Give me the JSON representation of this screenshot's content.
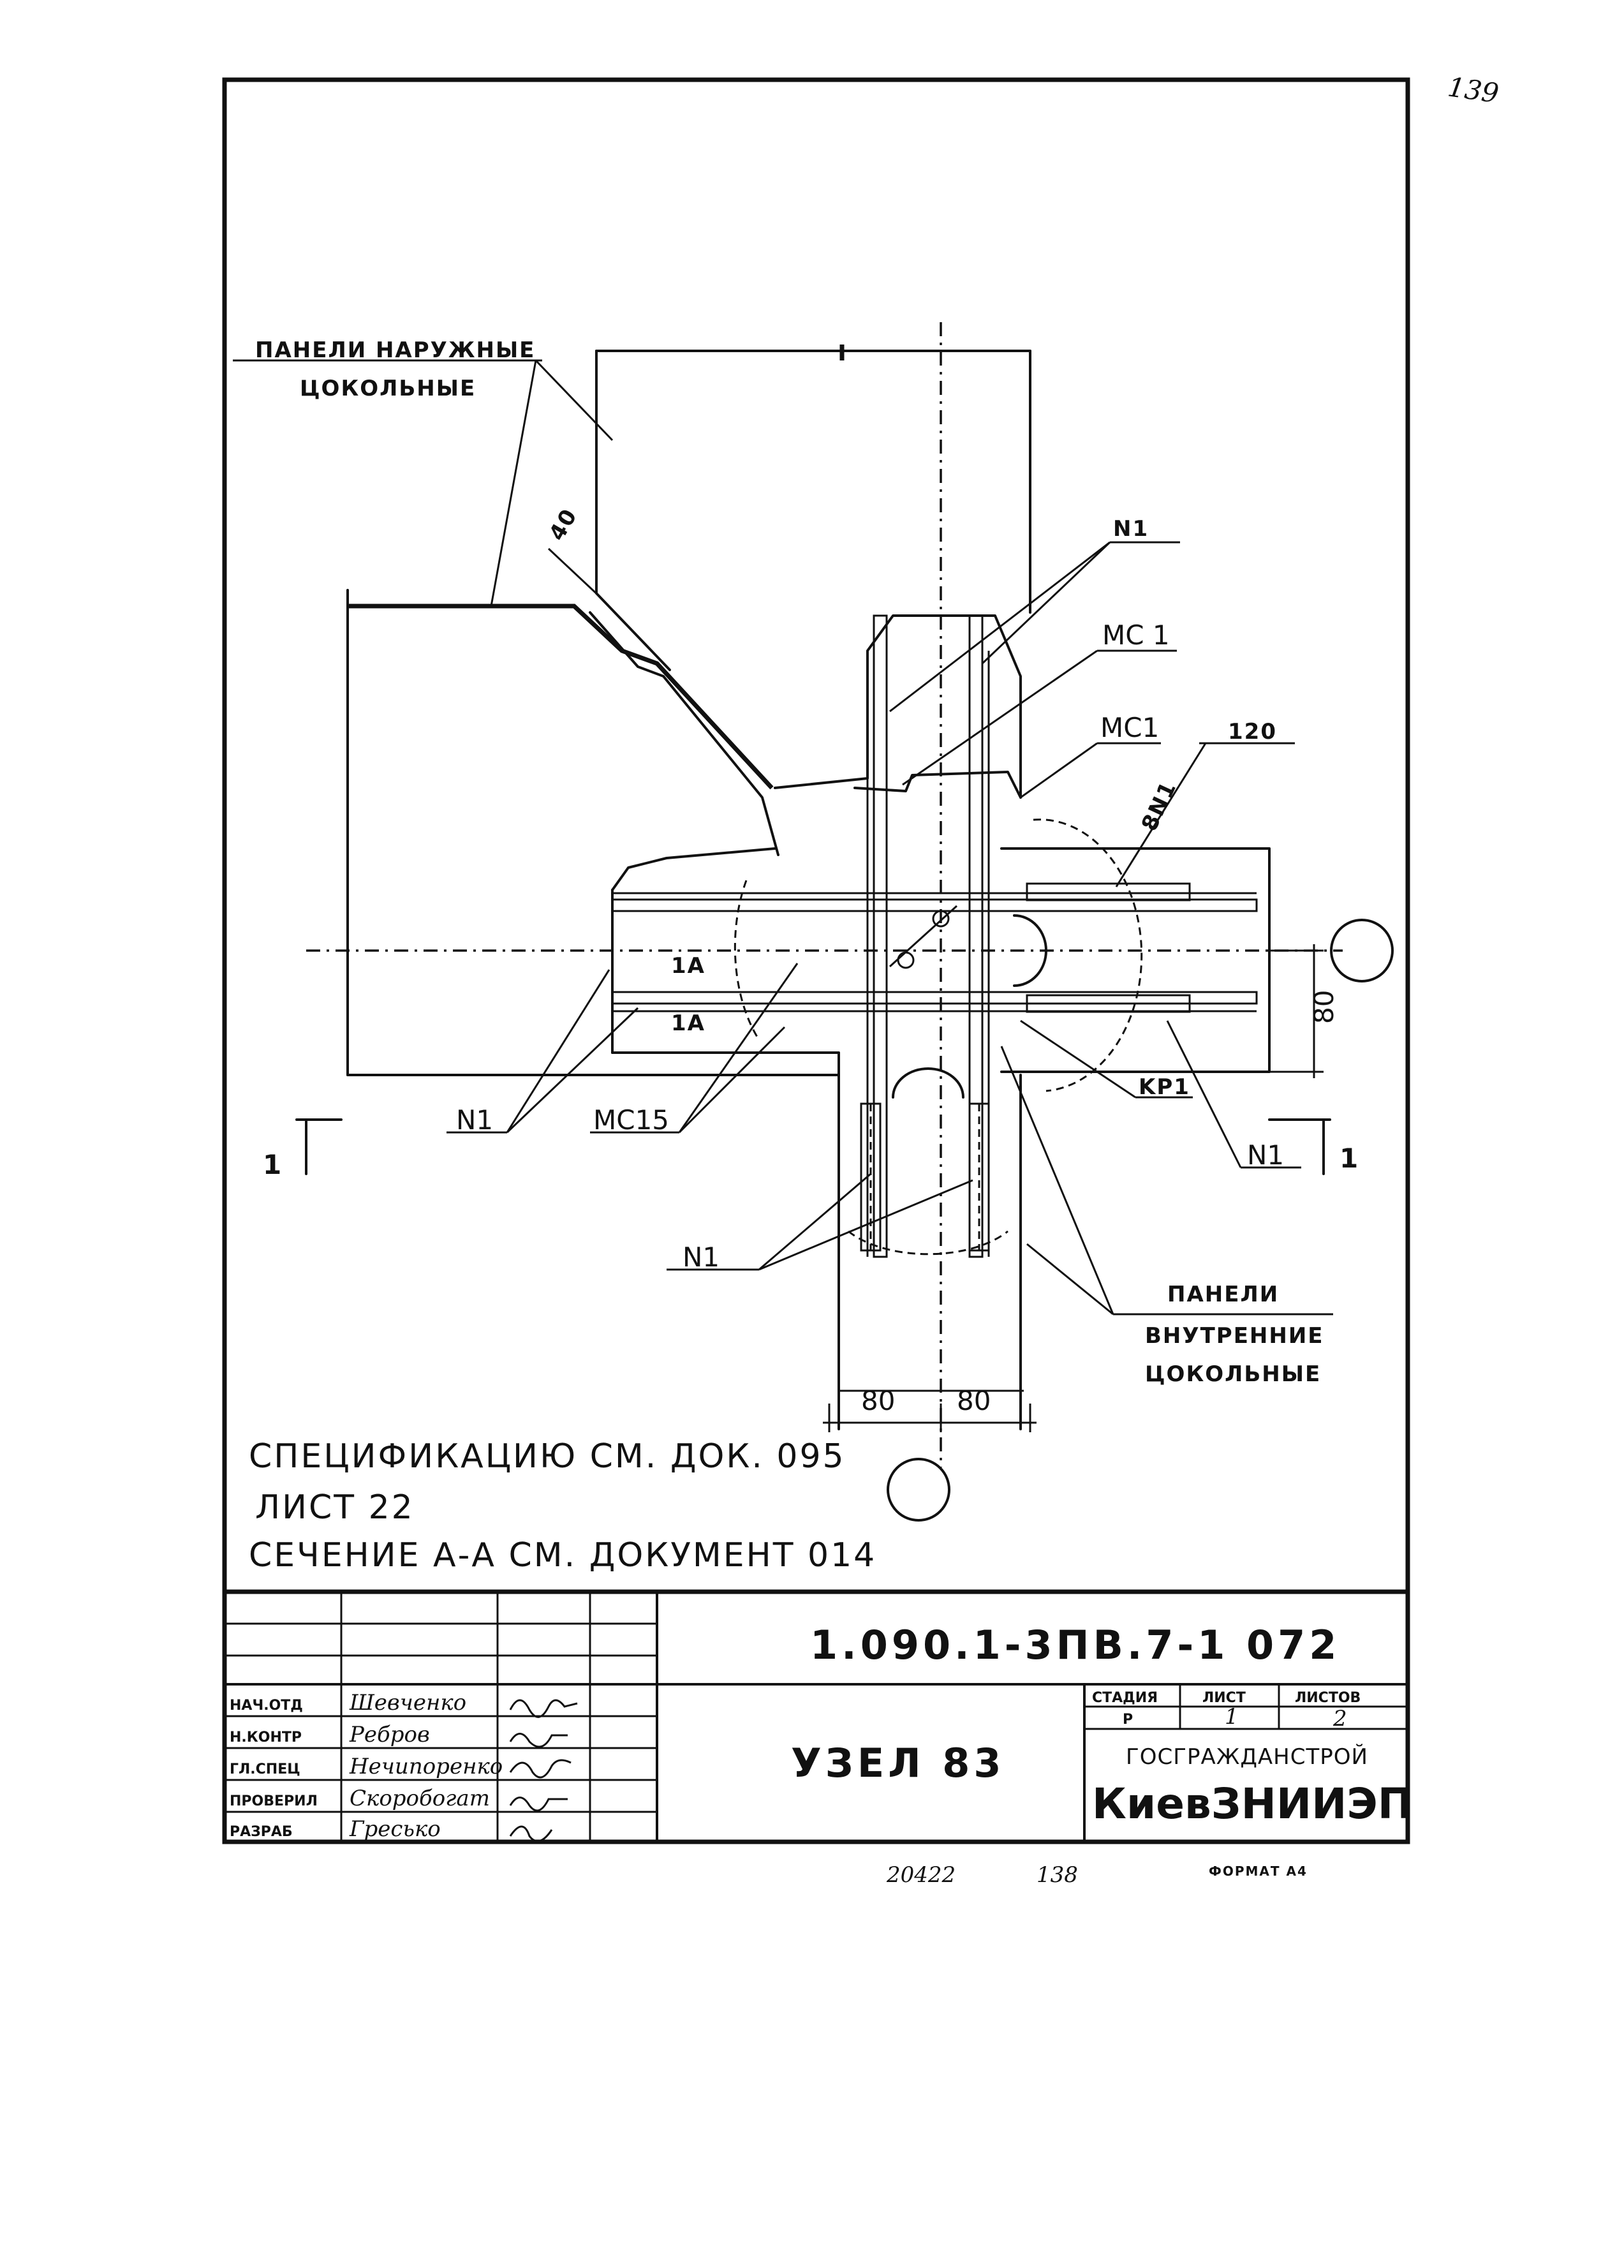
{
  "corner_number": "139",
  "labels": {
    "outer_panels_line1": "ПАНЕЛИ НАРУЖНЫЕ",
    "outer_panels_line2": "ЦОКОЛЬНЫЕ",
    "inner_panels_line1": "ПАНЕЛИ",
    "inner_panels_line2": "ВНУТРЕННИЕ",
    "inner_panels_line3": "ЦОКОЛЬНЫЕ",
    "n1_top": "N1",
    "mc1_a": "MC 1",
    "mc1_b": "MC1",
    "ref_120": "120",
    "eight_n1": "8N1",
    "n1_left": "N1",
    "mc15": "MC15",
    "kp1": "KP1",
    "n1_right": "N1",
    "n1_bottom": "N1",
    "section_left": "1",
    "section_right": "1",
    "section_a1": "1A",
    "section_a2": "1A",
    "dim_40": "40",
    "dim_80_right": "80",
    "dim_80_left": "80",
    "dim_80_right_bottom": "80"
  },
  "notes": {
    "line1": "СПЕЦИФИКАЦИЮ СМ. ДОК. 095",
    "line2": "ЛИСТ 22",
    "line3": "СЕЧЕНИЕ А-А СМ. ДОКУМЕНТ 014"
  },
  "title_block": {
    "doc_code": "1.090.1-3ПВ.7-1 072",
    "title": "УЗЕЛ 83",
    "stage_header": "СТАДИЯ",
    "sheet_header": "ЛИСТ",
    "sheets_header": "ЛИСТОВ",
    "stage_value": "Р",
    "sheet_value": "1",
    "sheets_value": "2",
    "org_line1": "ГОСГРАЖДАНСТРОЙ",
    "org_line2": "КиевЗНИИЭП",
    "roles": [
      {
        "role": "НАЧ.ОТД",
        "name": "Шевченко"
      },
      {
        "role": "Н.КОНТР",
        "name": "Ребров"
      },
      {
        "role": "ГЛ.СПЕЦ",
        "name": "Нечипоренко"
      },
      {
        "role": "ПРОВЕРИЛ",
        "name": "Скоробогат"
      },
      {
        "role": "РАЗРАБ",
        "name": "Гресько"
      }
    ]
  },
  "footer": {
    "inv_number": "20422",
    "page_number": "138",
    "format": "ФОРМАТ А4"
  }
}
